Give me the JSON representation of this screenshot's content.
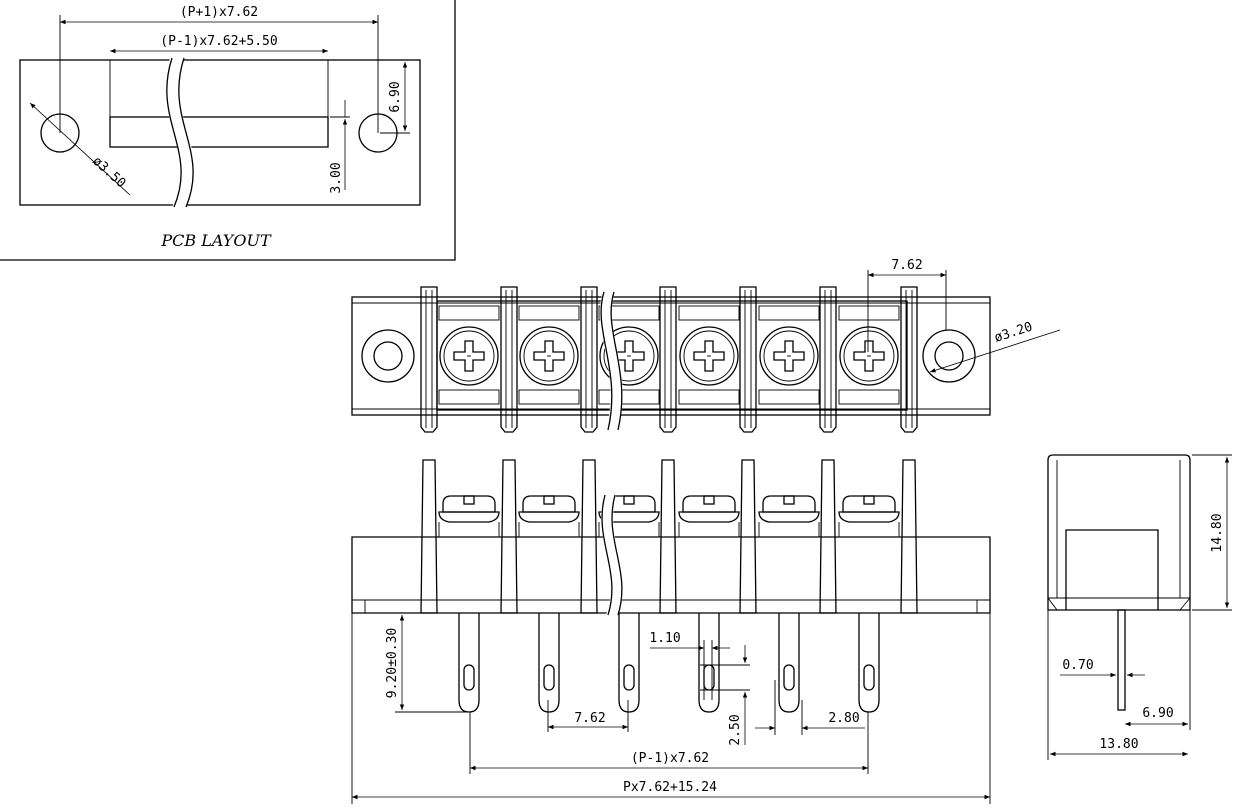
{
  "pcb_layout": {
    "title": "PCB LAYOUT",
    "dim_pitch_total": "(P+1)x7.62",
    "dim_slot": "(P-1)x7.62+5.50",
    "dim_hole_offset": "6.90",
    "dim_slot_height": "3.00",
    "dim_hole_dia": "ø3.50"
  },
  "top_view": {
    "dim_pitch": "7.62",
    "dim_mount_dia": "ø3.20"
  },
  "front_view": {
    "dim_pin_length": "9.20±0.30",
    "dim_pin_width": "1.10",
    "dim_pin_pitch": "7.62",
    "dim_slot_len": "2.50",
    "dim_pin_thk": "2.80",
    "dim_span_pins": "(P-1)x7.62",
    "dim_overall": "Px7.62+15.24"
  },
  "side_view": {
    "dim_height": "14.80",
    "dim_pin_thk": "0.70",
    "dim_pin_offset": "6.90",
    "dim_depth": "13.80"
  }
}
